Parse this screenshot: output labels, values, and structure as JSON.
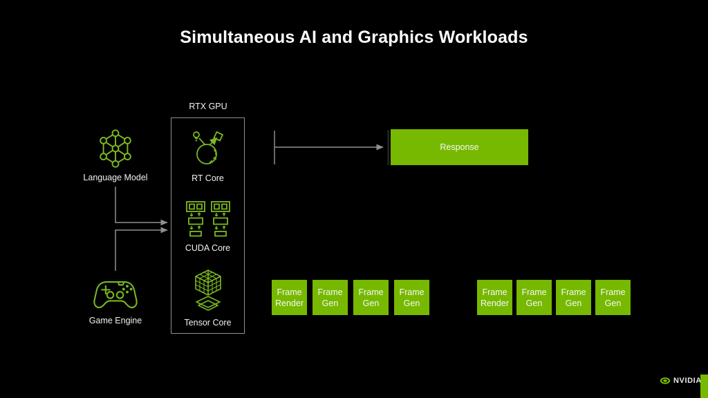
{
  "slide": {
    "title": "Simultaneous AI and Graphics Workloads",
    "background_color": "#000000",
    "accent_green": "#76b900",
    "line_gray": "#909090"
  },
  "inputs": {
    "language_model": {
      "label": "Language Model",
      "icon": "neural-network-icon"
    },
    "game_engine": {
      "label": "Game Engine",
      "icon": "game-controller-icon"
    }
  },
  "gpu": {
    "label": "RTX GPU",
    "cores": [
      {
        "label": "RT Core",
        "icon": "rt-core-icon"
      },
      {
        "label": "CUDA Core",
        "icon": "cuda-core-icon"
      },
      {
        "label": "Tensor Core",
        "icon": "tensor-core-icon"
      }
    ]
  },
  "outputs": {
    "response": {
      "label": "Response"
    },
    "frame_sequences": [
      {
        "boxes": [
          "Frame Render",
          "Frame Gen",
          "Frame Gen",
          "Frame Gen"
        ]
      },
      {
        "boxes": [
          "Frame Render",
          "Frame Gen",
          "Frame Gen",
          "Frame Gen"
        ]
      }
    ]
  },
  "footer": {
    "brand": "NVIDIA"
  }
}
